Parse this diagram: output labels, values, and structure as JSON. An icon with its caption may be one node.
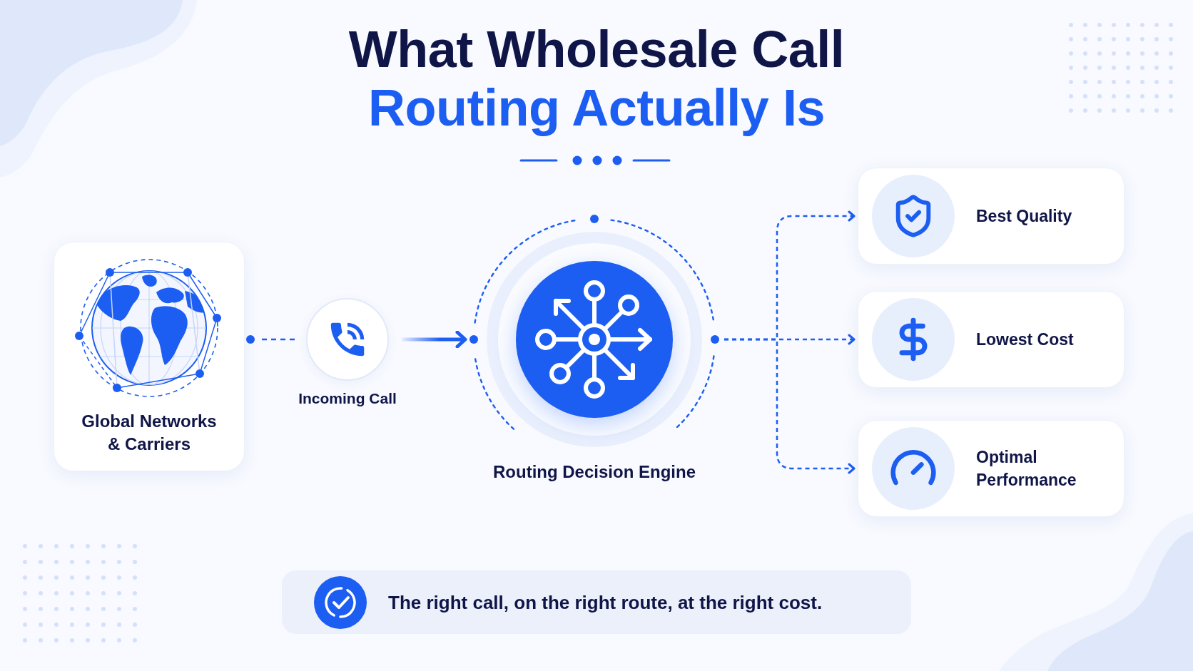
{
  "diagram": {
    "title": "What Wholesale Call Routing Actually Is",
    "nodes": [
      {
        "text": [
          "Global Networks & Carriers"
        ]
      },
      {
        "text": [
          "Incoming Call"
        ]
      },
      {
        "text": [
          "Routing Decision Engine"
        ]
      },
      {
        "text": [
          "Best Quality"
        ]
      },
      {
        "text": [
          "Lowest Cost"
        ]
      },
      {
        "text": [
          "Optimal Performance"
        ]
      },
      {
        "text": [
          "The right call, on the right route, at the right cost."
        ]
      }
    ],
    "edges": [
      {
        "from": 0,
        "to": 1,
        "arrow": "other",
        "style": "dashed"
      },
      {
        "from": 1,
        "to": 2,
        "arrow": "to",
        "style": "thick"
      },
      {
        "from": 2,
        "to": 3,
        "arrow": "to",
        "style": "dashed"
      },
      {
        "from": 2,
        "to": 4,
        "arrow": "to",
        "style": "dashed"
      },
      {
        "from": 2,
        "to": 5,
        "arrow": "to",
        "style": "dashed"
      }
    ]
  }
}
